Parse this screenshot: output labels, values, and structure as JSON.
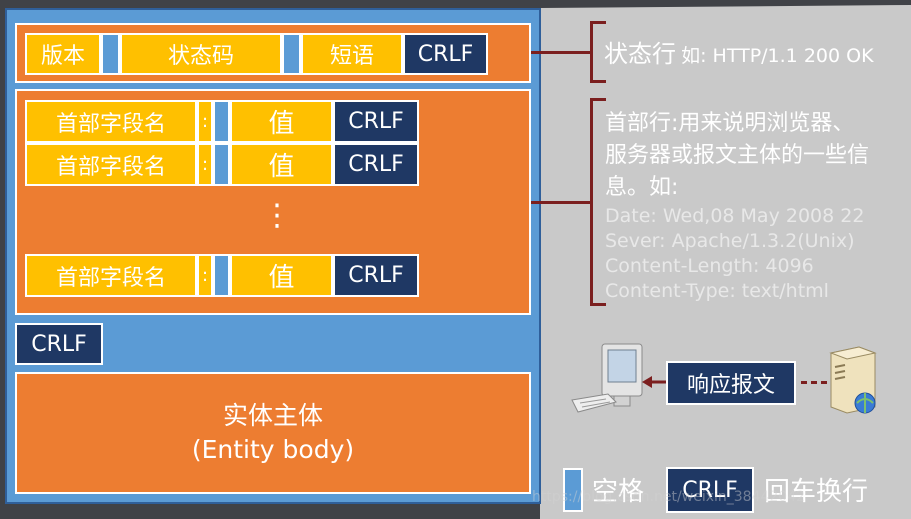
{
  "status_line": {
    "fields": [
      "版本",
      "状态码",
      "短语"
    ],
    "crlf": "CRLF"
  },
  "header_section": {
    "rows": [
      {
        "name": "首部字段名",
        "colon": ":",
        "value": "值",
        "crlf": "CRLF"
      },
      {
        "name": "首部字段名",
        "colon": ":",
        "value": "值",
        "crlf": "CRLF"
      },
      {
        "name": "首部字段名",
        "colon": ":",
        "value": "值",
        "crlf": "CRLF"
      }
    ],
    "ellipsis": "⋮"
  },
  "blank_line": {
    "crlf": "CRLF"
  },
  "entity_body": {
    "line1": "实体主体",
    "line2": "(Entity body)"
  },
  "annotations": {
    "status": {
      "title": "状态行",
      "example": "如: HTTP/1.1 200 OK"
    },
    "header": {
      "lines": [
        "首部行:用来说明浏览器、",
        "服务器或报文主体的一些信",
        "息。如:"
      ],
      "examples": [
        "Date:  Wed,08 May 2008 22",
        "Sever:  Apache/1.3.2(Unix)",
        "Content-Length:  4096",
        "Content-Type:  text/html"
      ]
    }
  },
  "response_label": "响应报文",
  "legend": {
    "space_label": "空格",
    "crlf_box": "CRLF",
    "crlf_label": "回车换行"
  },
  "watermark": "https://blog.csdn.net/weixin_38442042",
  "colors": {
    "orange": "#ed7d31",
    "yellow": "#ffc000",
    "blue": "#5b9bd5",
    "navy": "#1f3864",
    "background": "#404247",
    "bracket": "#7b1f1f",
    "projection": "#c9c9c9"
  }
}
